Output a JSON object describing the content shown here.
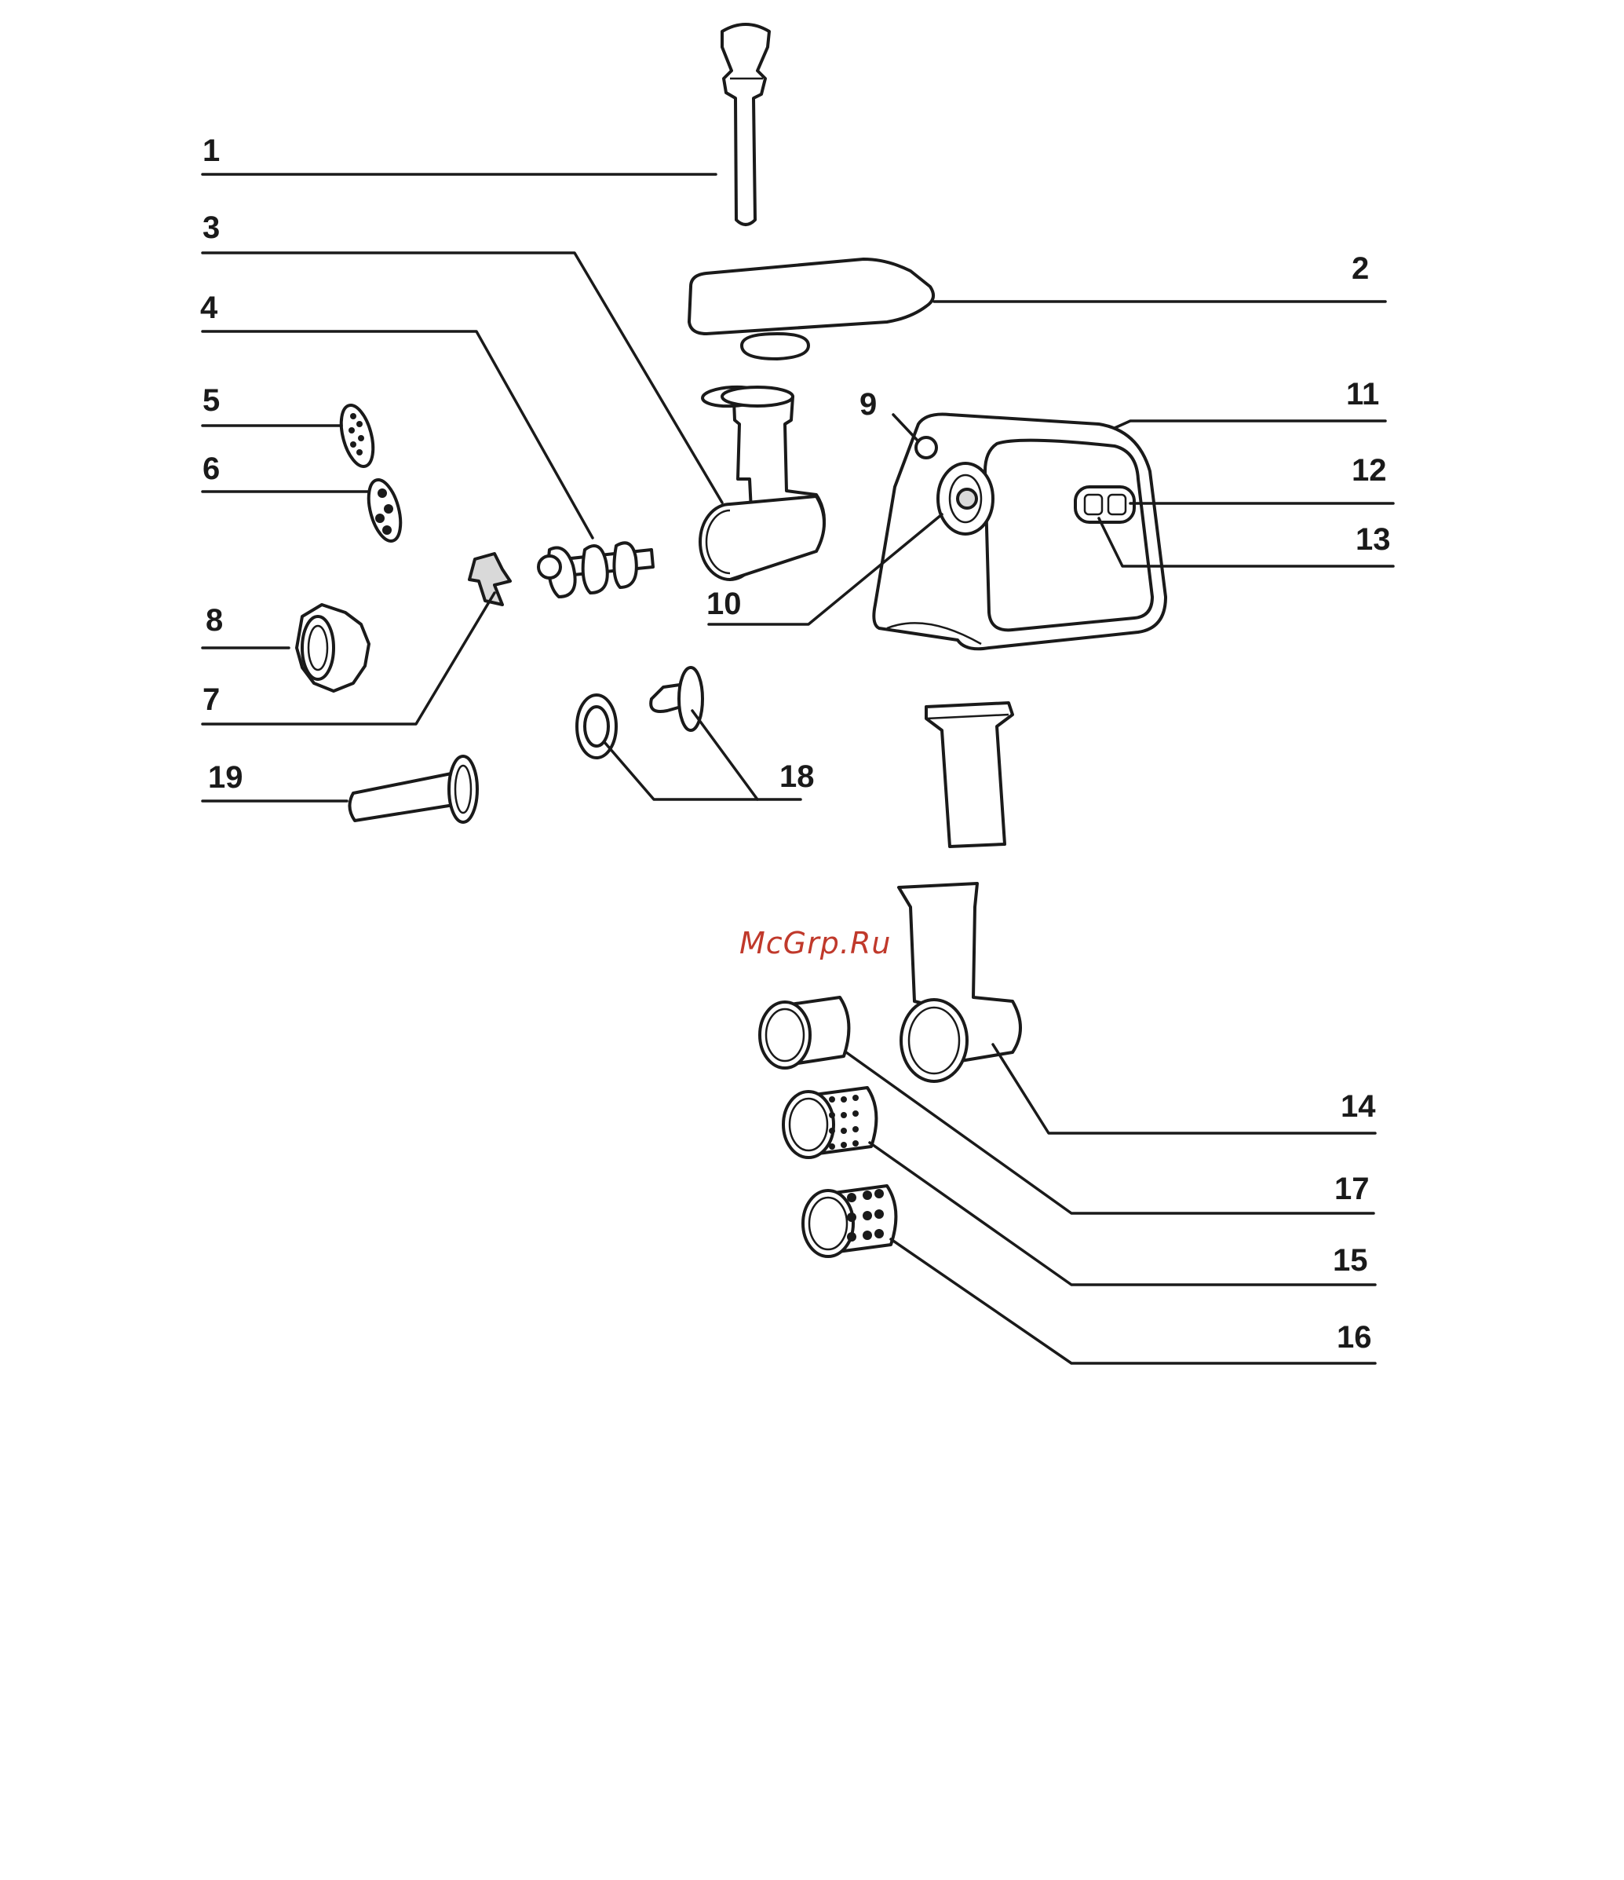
{
  "labels": {
    "p1": "1",
    "p2": "2",
    "p3": "3",
    "p4": "4",
    "p5": "5",
    "p6": "6",
    "p7": "7",
    "p8": "8",
    "p9": "9",
    "p10": "10",
    "p11": "11",
    "p12": "12",
    "p13": "13",
    "p14": "14",
    "p15": "15",
    "p16": "16",
    "p17": "17",
    "p18": "18",
    "p19": "19"
  },
  "watermark": "McGrp.Ru",
  "colors": {
    "line": "#1a1a1a",
    "watermark": "#c0392b",
    "background": "#ffffff"
  }
}
